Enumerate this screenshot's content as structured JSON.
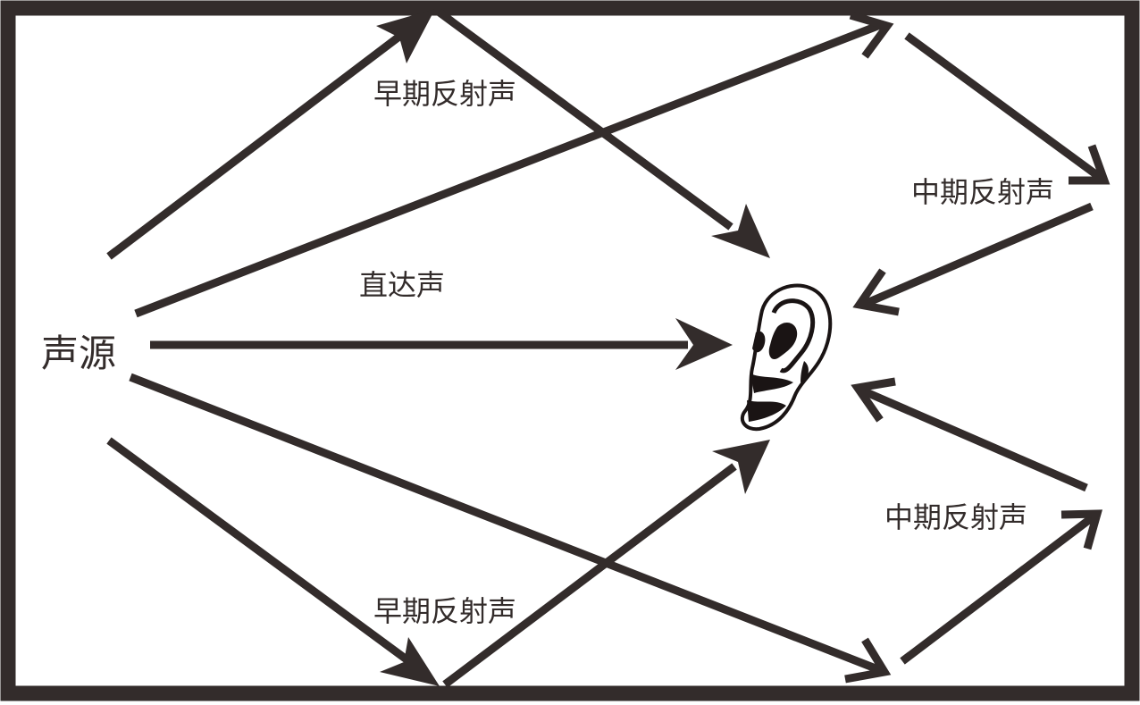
{
  "diagram": {
    "colors": {
      "ink": "#332c2b",
      "background": "#ffffff"
    },
    "labels": {
      "source": "声源",
      "direct": "直达声",
      "early_top": "早期反射声",
      "early_bottom": "早期反射声",
      "mid_top": "中期反射声",
      "mid_bottom": "中期反射声"
    },
    "icons": {
      "ear": "ear-icon"
    }
  }
}
